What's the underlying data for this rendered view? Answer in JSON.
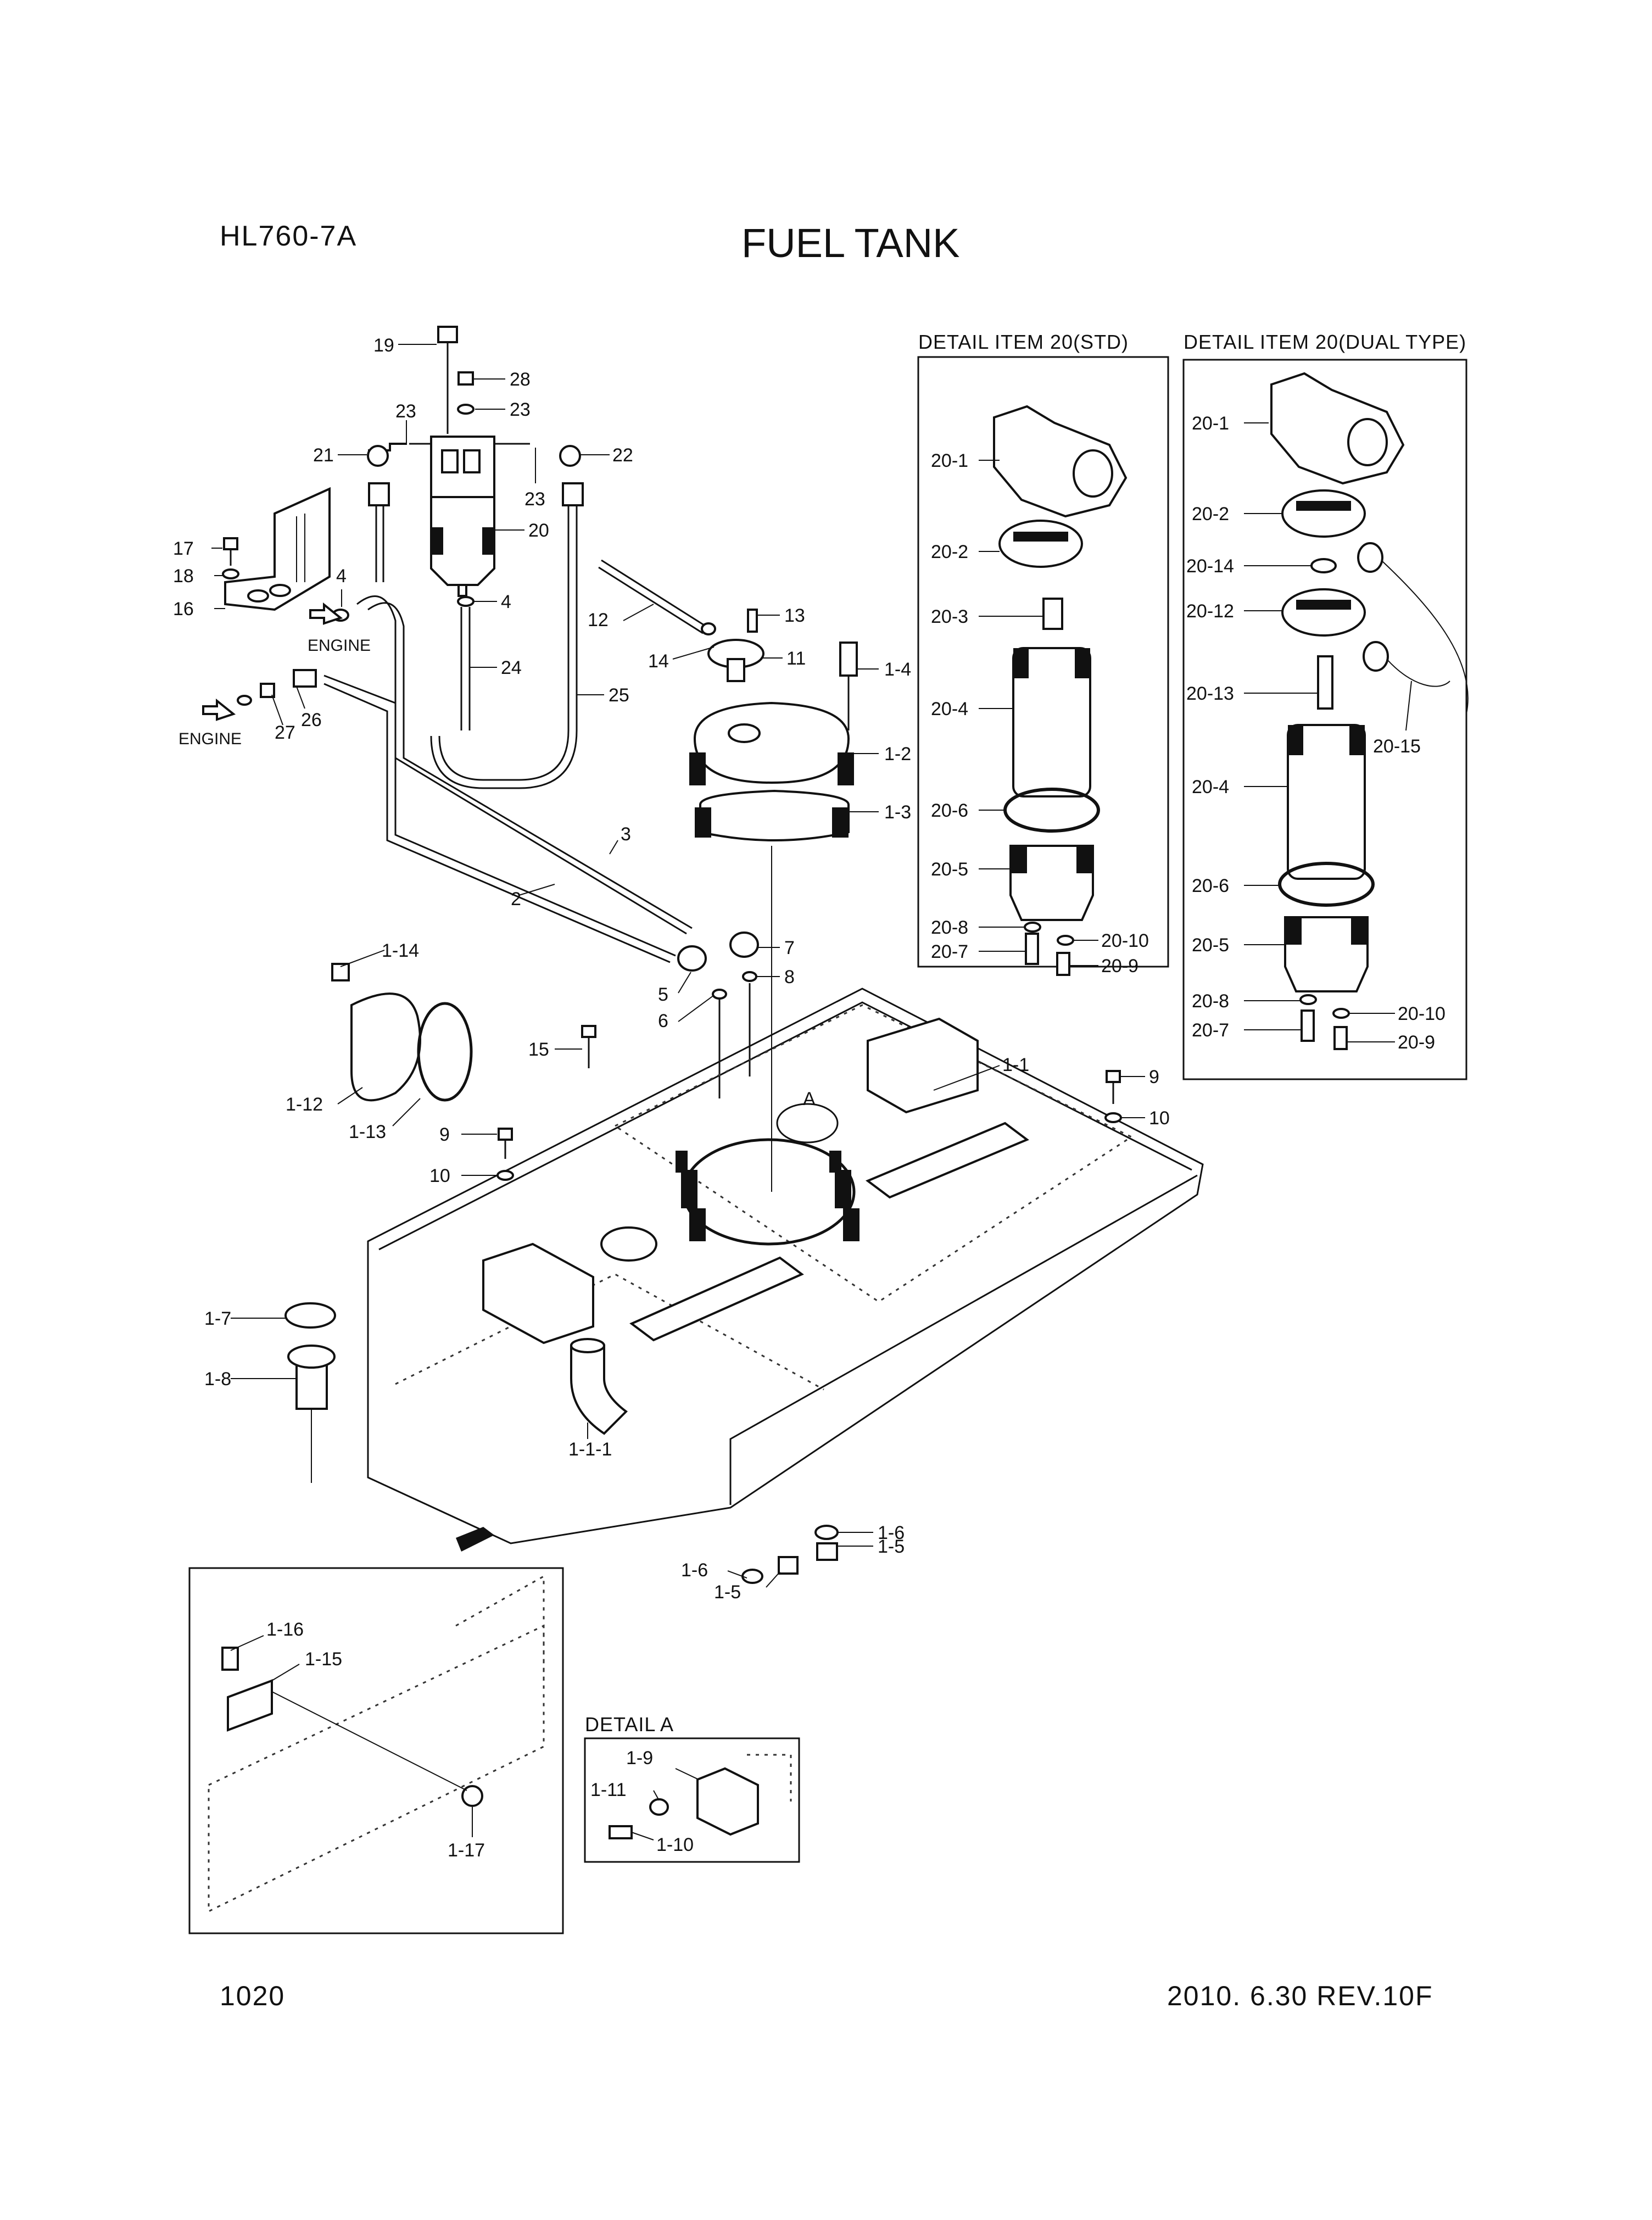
{
  "header": {
    "model": "HL760-7A",
    "title": "FUEL TANK"
  },
  "footer": {
    "page_number": "1020",
    "revision": "2010. 6.30  REV.10F"
  },
  "details": {
    "std_title": "DETAIL ITEM 20(STD)",
    "dual_title": "DETAIL ITEM 20(DUAL TYPE)",
    "a_title": "DETAIL A",
    "a_marker": "A"
  },
  "arrows": {
    "engine_upper": "ENGINE",
    "engine_lower": "ENGINE"
  },
  "callouts": {
    "c19": "19",
    "c28": "28",
    "c23a": "23",
    "c23b": "23",
    "c23c": "23",
    "c21": "21",
    "c22": "22",
    "c20": "20",
    "c17": "17",
    "c18": "18",
    "c16": "16",
    "c4a": "4",
    "c4b": "4",
    "c24": "24",
    "c25": "25",
    "c26": "26",
    "c27": "27",
    "c12": "12",
    "c13": "13",
    "c14": "14",
    "c11": "11",
    "c1_4": "1-4",
    "c1_2": "1-2",
    "c1_3": "1-3",
    "c3": "3",
    "c2": "2",
    "c7": "7",
    "c8": "8",
    "c5": "5",
    "c6": "6",
    "c1_14": "1-14",
    "c1_12": "1-12",
    "c1_13": "1-13",
    "c15": "15",
    "c9a": "9",
    "c10a": "10",
    "c9b": "9",
    "c10b": "10",
    "c1_1": "1-1",
    "c1_7": "1-7",
    "c1_8": "1-8",
    "c1_1_1": "1-1-1",
    "c1_6a": "1-6",
    "c1_5a": "1-5",
    "c1_6b": "1-6",
    "c1_5b": "1-5",
    "c1_16": "1-16",
    "c1_15": "1-15",
    "c1_17": "1-17",
    "c1_9": "1-9",
    "c1_11": "1-11",
    "c1_10": "1-10"
  },
  "std_callouts": {
    "s20_1": "20-1",
    "s20_2": "20-2",
    "s20_3": "20-3",
    "s20_4": "20-4",
    "s20_6": "20-6",
    "s20_5": "20-5",
    "s20_8": "20-8",
    "s20_10": "20-10",
    "s20_7": "20-7",
    "s20_9": "20-9"
  },
  "dual_callouts": {
    "d20_1": "20-1",
    "d20_2": "20-2",
    "d20_14": "20-14",
    "d20_12": "20-12",
    "d20_13": "20-13",
    "d20_15": "20-15",
    "d20_4": "20-4",
    "d20_6": "20-6",
    "d20_5": "20-5",
    "d20_8": "20-8",
    "d20_10": "20-10",
    "d20_7": "20-7",
    "d20_9": "20-9"
  }
}
